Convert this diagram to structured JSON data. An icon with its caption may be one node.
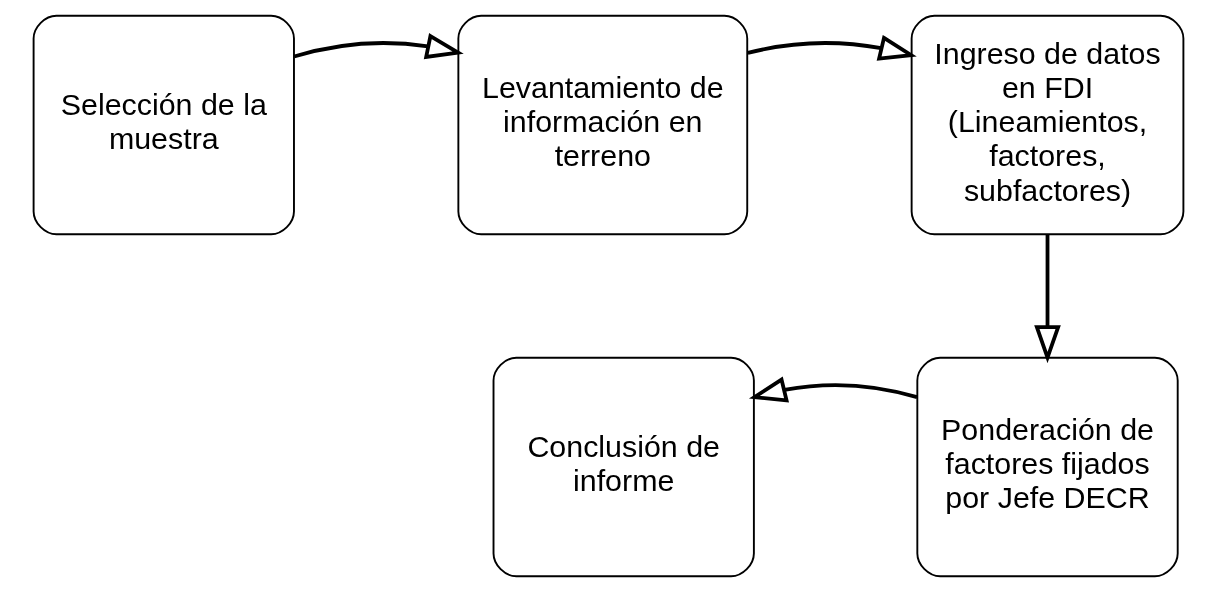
{
  "diagram": {
    "nodes": [
      {
        "text": [
          "Selección de la muestra"
        ]
      },
      {
        "text": [
          "Levantamiento de información en terreno"
        ]
      },
      {
        "text": [
          "Ingreso de datos en FDI (Lineamientos, factores, subfactores)"
        ]
      },
      {
        "text": [
          "Ponderación de factores fijados por Jefe DECR"
        ]
      },
      {
        "text": [
          "Conclusión de informe"
        ]
      }
    ],
    "edges": [
      {
        "from": 0,
        "to": 1,
        "arrow": "to"
      },
      {
        "from": 1,
        "to": 2,
        "arrow": "to"
      },
      {
        "from": 2,
        "to": 3,
        "arrow": "to"
      },
      {
        "from": 3,
        "to": 4,
        "arrow": "to"
      }
    ]
  }
}
